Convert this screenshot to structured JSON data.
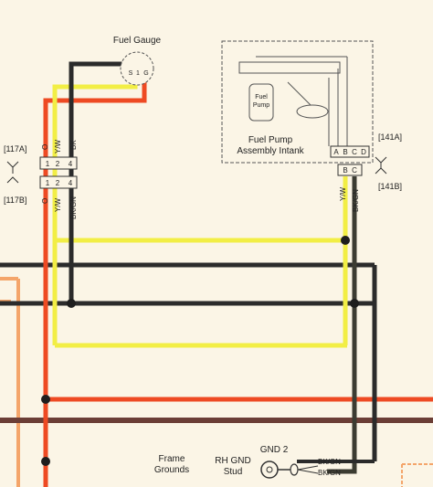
{
  "labels": {
    "fuel_gauge": "Fuel Gauge",
    "gauge_pin_s": "S",
    "gauge_pin_1": "1",
    "gauge_pin_g": "G",
    "fuel_pump_line1": "Fuel Pump",
    "fuel_pump_line2": "Assembly Intank",
    "pump_inner_1": "Fuel",
    "pump_inner_2": "Pump",
    "conn_117a": "[117A]",
    "conn_117b": "[117B]",
    "conn_141a": "[141A]",
    "conn_141b": "[141B]",
    "frame_grounds_1": "Frame",
    "frame_grounds_2": "Grounds",
    "rh_gnd_1": "RH GND",
    "rh_gnd_2": "Stud",
    "gnd2": "GND 2"
  },
  "wire_labels": {
    "o_top": "O",
    "yw_top": "Y/W",
    "bk_top": "BK",
    "o_bot": "O",
    "yw_bot": "Y/W",
    "bkgn_bot": "BK/GN",
    "yw_right": "Y/W",
    "bkgn_right": "BK/GN",
    "bkgn_gnd1": "BK/GN",
    "bkgn_gnd2": "BK/GN"
  },
  "pins_117": [
    "1",
    "2",
    "4"
  ],
  "pins_141a": [
    "A",
    "B",
    "C",
    "D"
  ],
  "pins_141b": [
    "B",
    "C"
  ],
  "colors": {
    "orange": "#ee4a23",
    "yellow": "#f2ee45",
    "black": "#2b2b2b",
    "bkgn": "#3c3c32",
    "brown": "#6b3e36",
    "light_orange": "#f4a56a",
    "background": "#fbf5e6"
  }
}
